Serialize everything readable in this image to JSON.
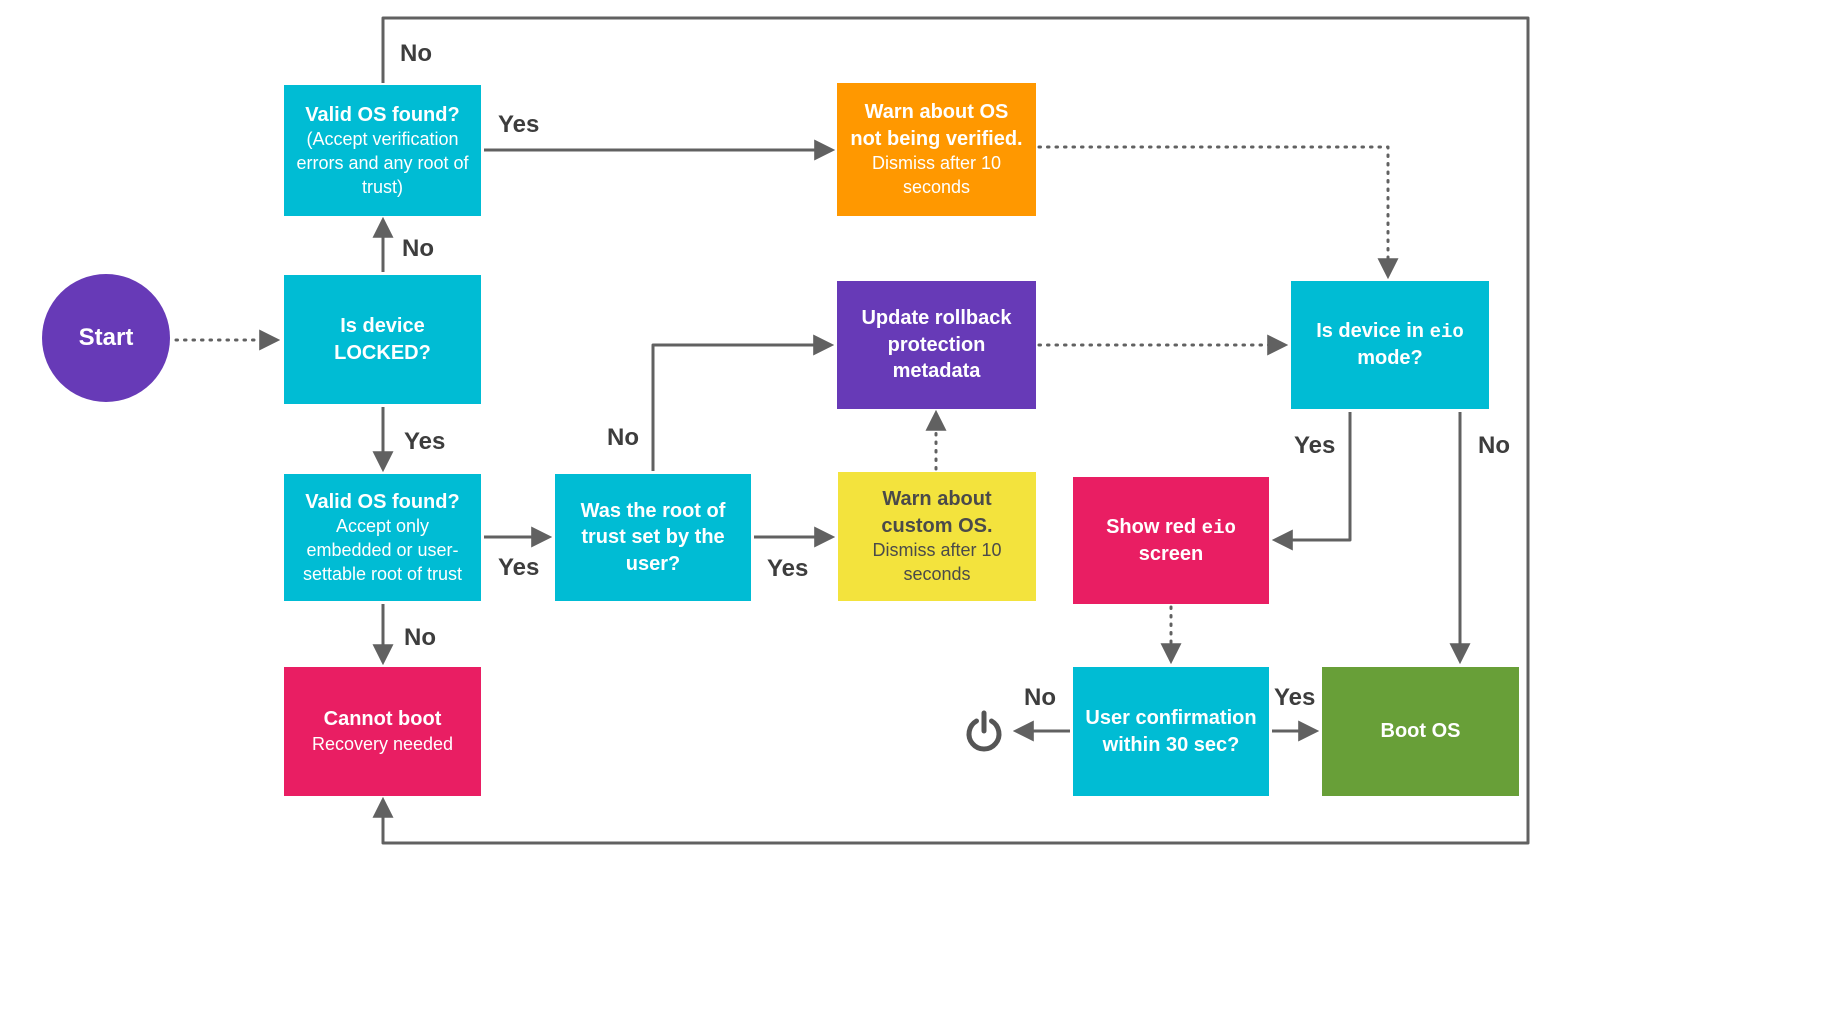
{
  "nodes": {
    "start": {
      "title": "Start"
    },
    "is_device_locked": {
      "title": "Is device LOCKED?"
    },
    "valid_os_top": {
      "title": "Valid OS found?",
      "subtitle": "(Accept verification errors and any root of trust)"
    },
    "warn_not_verified": {
      "title": "Warn about OS not being verified.",
      "subtitle": "Dismiss after 10 seconds"
    },
    "update_rollback": {
      "title": "Update rollback protection metadata"
    },
    "is_device_eio": {
      "prefix": "Is device in ",
      "code": "eio",
      "suffix": " mode?"
    },
    "valid_os_lower": {
      "title": "Valid OS found?",
      "subtitle": "Accept only embedded or user-settable root of trust"
    },
    "root_of_trust": {
      "title": "Was the root of trust set by the user?"
    },
    "warn_custom": {
      "title": "Warn about custom OS.",
      "subtitle": "Dismiss after 10 seconds"
    },
    "show_red_eio": {
      "prefix": "Show red ",
      "code": "eio",
      "suffix": " screen"
    },
    "cannot_boot": {
      "title": "Cannot boot",
      "subtitle": "Recovery needed"
    },
    "user_confirmation": {
      "title": "User confirmation within 30 sec?"
    },
    "boot_os": {
      "title": "Boot OS"
    }
  },
  "edge_labels": {
    "valid_top_no": "No",
    "valid_top_yes": "Yes",
    "locked_no": "No",
    "locked_yes": "Yes",
    "root_no": "No",
    "valid_lower_yes": "Yes",
    "root_yes": "Yes",
    "valid_lower_no": "No",
    "eio_yes": "Yes",
    "eio_no": "No",
    "confirm_no": "No",
    "confirm_yes": "Yes"
  },
  "icons": {
    "power_off": "power-icon"
  },
  "colors": {
    "cyan": "#00BCD4",
    "orange": "#FF9800",
    "purple": "#673AB7",
    "yellow": "#F3E33D",
    "pink": "#E91E63",
    "green": "#689F38",
    "arrow": "#616161",
    "label": "#3D3D3D"
  }
}
